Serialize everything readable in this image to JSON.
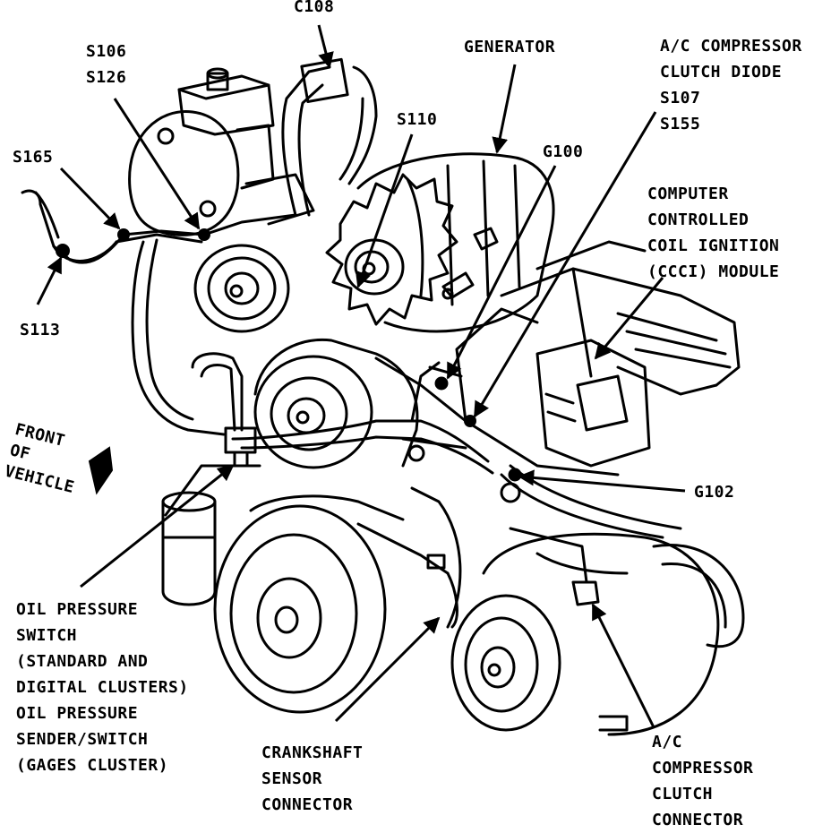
{
  "diagram": {
    "labels": {
      "c108": [
        "C108"
      ],
      "s106_s126": [
        "S106",
        "S126"
      ],
      "generator": [
        "GENERATOR"
      ],
      "ac_diode": [
        "A/C COMPRESSOR",
        "CLUTCH DIODE",
        "S107",
        "S155"
      ],
      "s110": [
        "S110"
      ],
      "g100": [
        "G100"
      ],
      "s165": [
        "S165"
      ],
      "ccci": [
        "COMPUTER",
        "CONTROLLED",
        "COIL IGNITION",
        "(CCCI) MODULE"
      ],
      "s113": [
        "S113"
      ],
      "front_vehicle": [
        "FRONT",
        "OF",
        "VEHICLE"
      ],
      "g102": [
        "G102"
      ],
      "oil_pressure": [
        "OIL PRESSURE",
        "SWITCH",
        "(STANDARD AND",
        "DIGITAL CLUSTERS)",
        "OIL PRESSURE",
        "SENDER/SWITCH",
        "(GAGES CLUSTER)"
      ],
      "crankshaft": [
        "CRANKSHAFT",
        "SENSOR",
        "CONNECTOR"
      ],
      "ac_clutch": [
        "A/C",
        "COMPRESSOR",
        "CLUTCH",
        "CONNECTOR"
      ]
    },
    "colors": {
      "ink": "#000000",
      "paper": "#ffffff"
    }
  }
}
